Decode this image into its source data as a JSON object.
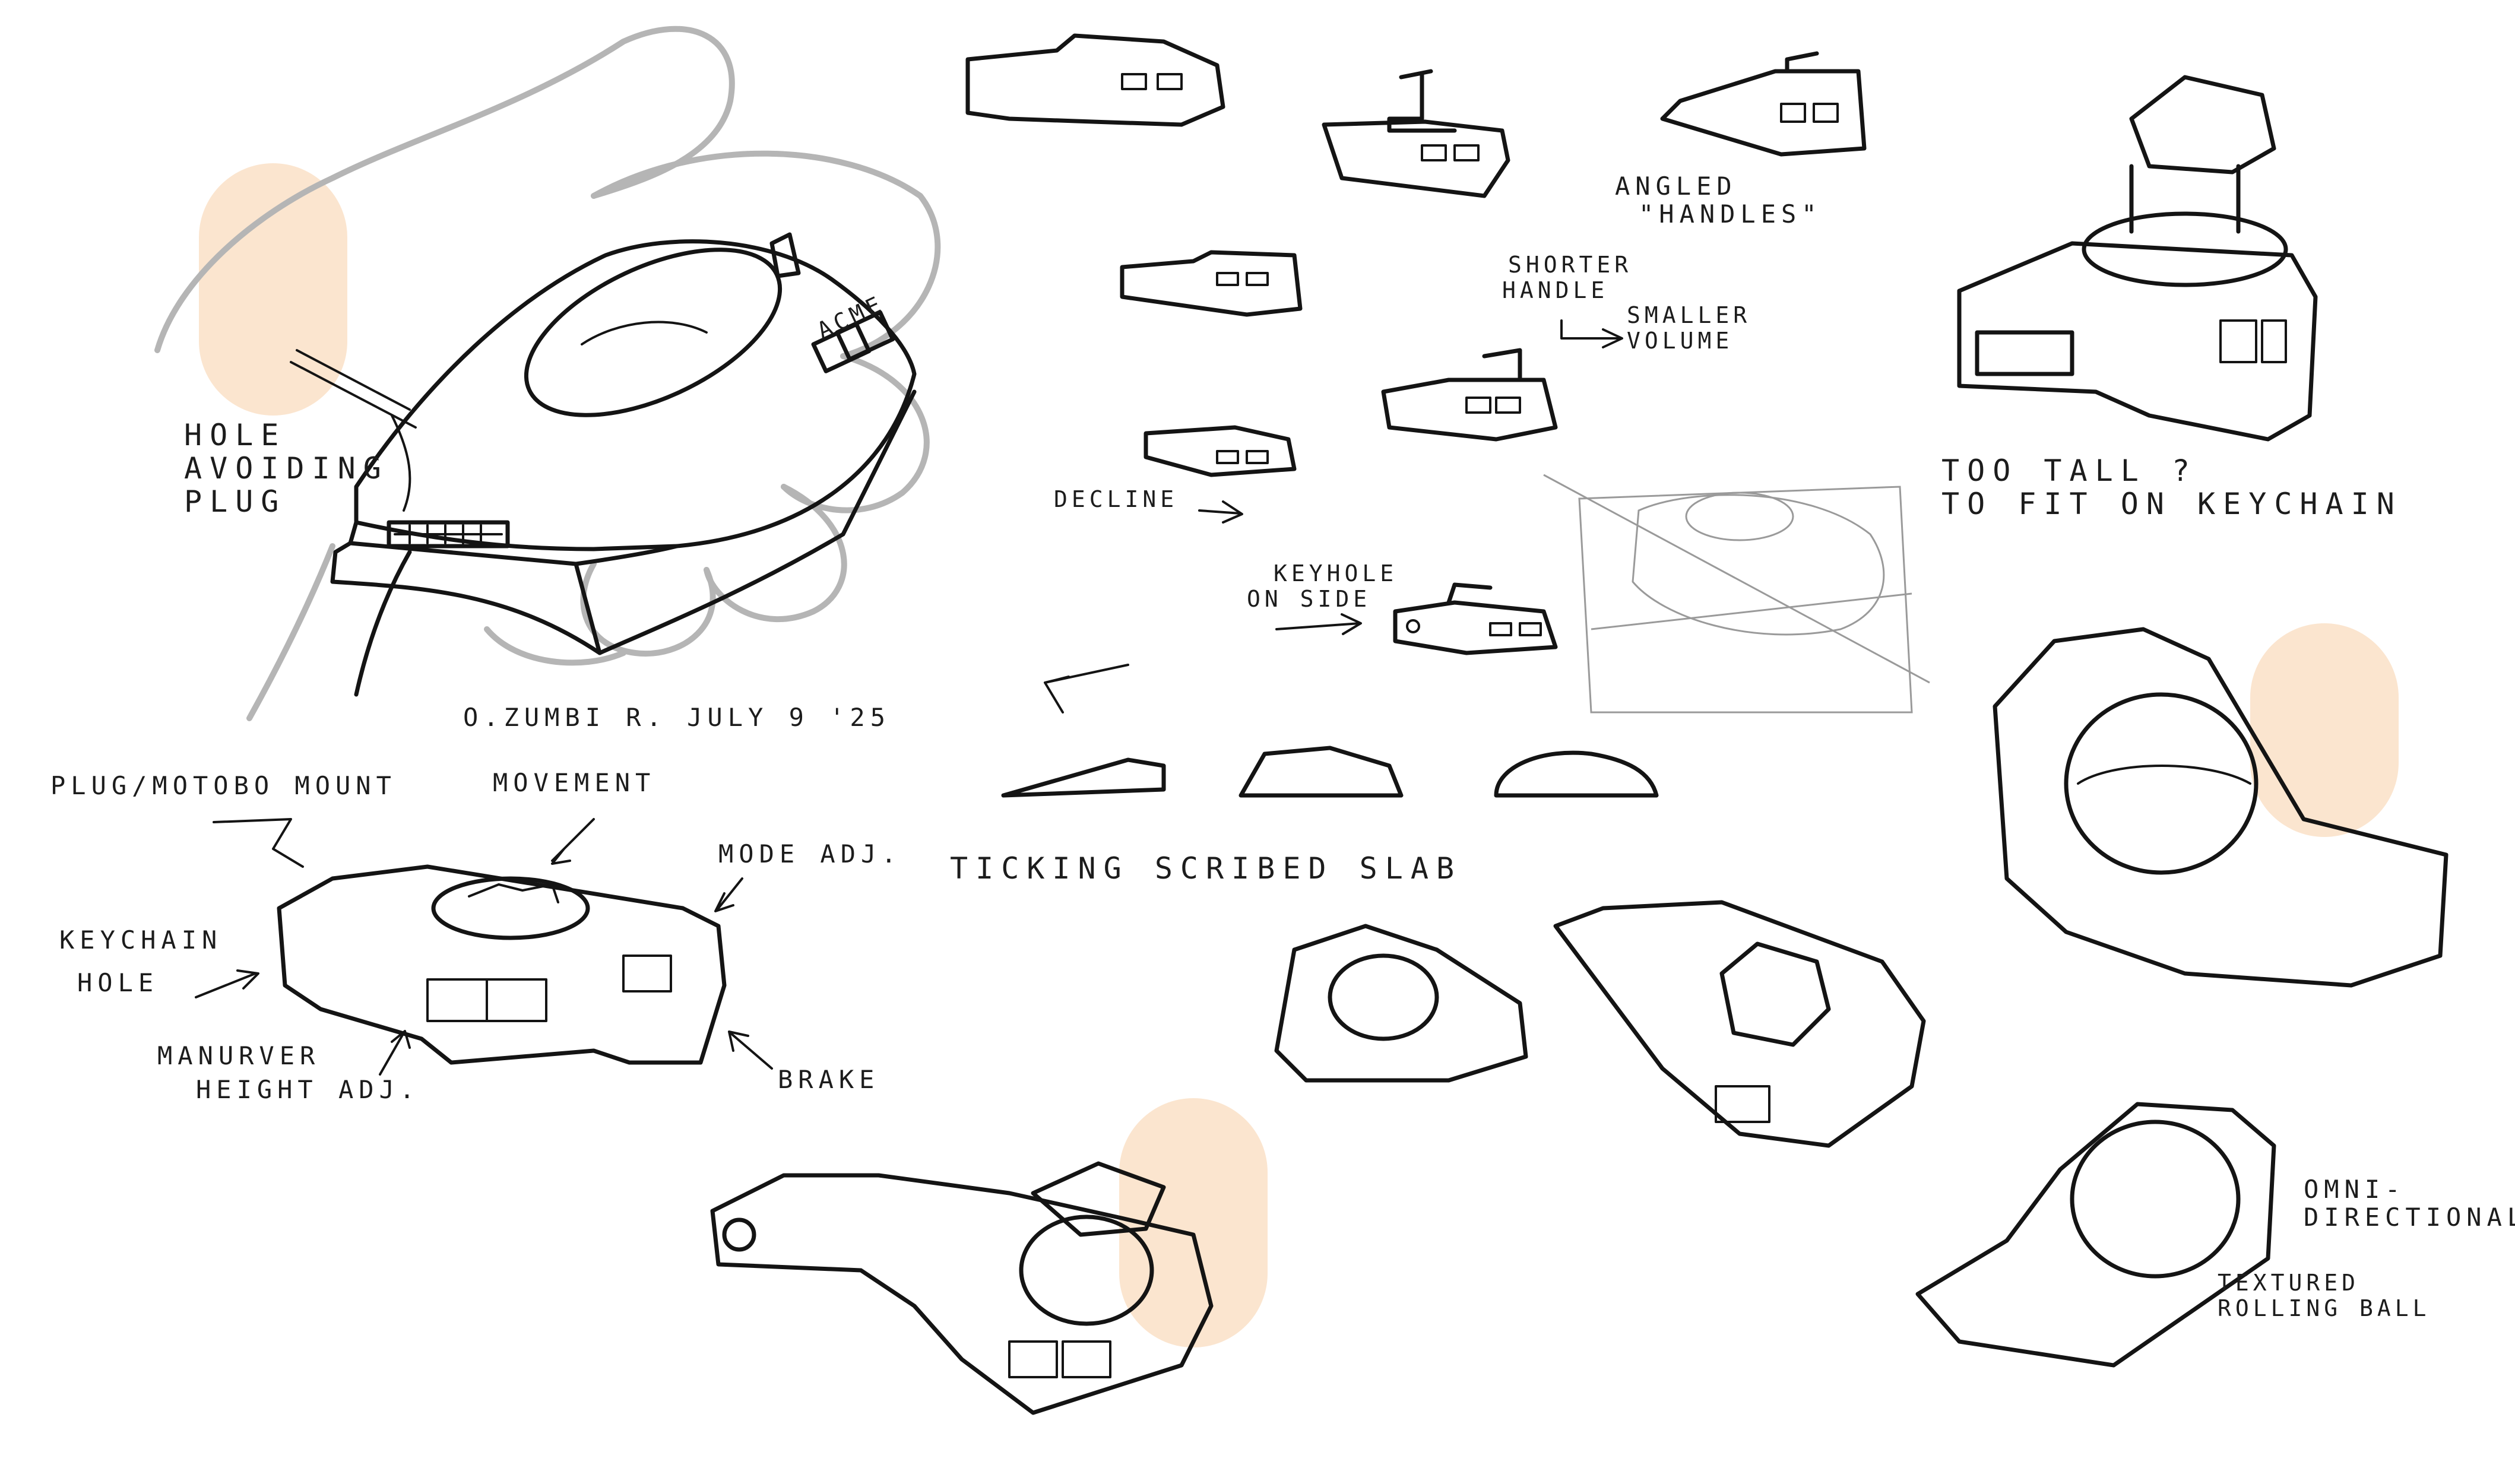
{
  "highlight_color": "#fbe5cf",
  "ink_color": "#141414",
  "annotations": {
    "hole_avoiding_plug": [
      "HOLE",
      "AVOIDING",
      "PLUG"
    ],
    "signature": "O.ZUMBI R.  JULY  9  '25",
    "plug_motobo_mount": "PLUG/MOTOBO MOUNT",
    "movement": "MOVEMENT",
    "mode_adj": "MODE ADJ.",
    "ticking_scribed_slab": "TICKING  SCRIBED  SLAB",
    "keychain_hole": [
      "KEYCHAIN",
      "HOLE"
    ],
    "manuver_height_adj": [
      "MANURVER",
      "HEIGHT ADJ."
    ],
    "brake": "BRAKE",
    "angled_handles": [
      "ANGLED",
      "\"HANDLES\""
    ],
    "shorter_handle": [
      "SHORTER",
      "HANDLE"
    ],
    "smaller_volume": [
      "SMALLER",
      "VOLUME"
    ],
    "decline": "DECLINE",
    "keyhole_on_side": [
      "KEYHOLE",
      "ON SIDE"
    ],
    "too_tall": [
      "TOO TALL ?",
      "TO FIT ON KEYCHAIN"
    ],
    "omni_directional": [
      "OMNI-",
      "DIRECTIONAL"
    ],
    "textured_rolling_ball": [
      "TEXTURED",
      "ROLLING BALL"
    ],
    "acme_logo": "ACME"
  }
}
